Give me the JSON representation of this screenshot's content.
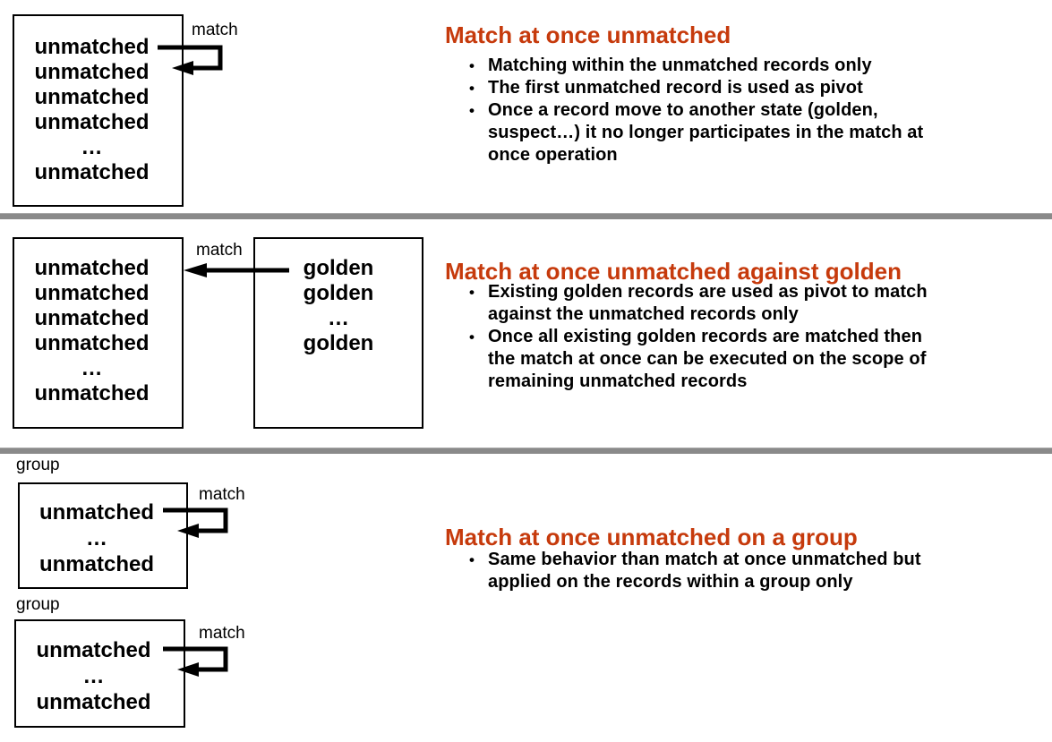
{
  "ui": {
    "bullet": "•"
  },
  "colors": {
    "background": "#ffffff",
    "title_red": "#c63a0c",
    "separator_gray": "#8a8a8a",
    "diagram_black": "#000000"
  },
  "sections": [
    {
      "title": "Match at once unmatched",
      "bullets": [
        "Matching within the unmatched records only",
        "The first unmatched record is used as pivot",
        "Once a record move to another state (golden,\nsuspect…) it no longer participates in the match at\nonce operation"
      ],
      "diagram": {
        "arrow_label": "match",
        "boxes": [
          {
            "name": "unmatched-records",
            "lines": [
              "unmatched",
              "unmatched",
              "unmatched",
              "unmatched",
              "…",
              "unmatched"
            ]
          }
        ]
      }
    },
    {
      "title": "Match at once unmatched against golden",
      "bullets": [
        "Existing golden records are used as pivot to match\nagainst the unmatched records only",
        "Once all existing golden records are matched then\nthe match at once can be executed on the scope of\nremaining unmatched records"
      ],
      "diagram": {
        "arrow_label": "match",
        "boxes": [
          {
            "name": "unmatched-records",
            "lines": [
              "unmatched",
              "unmatched",
              "unmatched",
              "unmatched",
              "…",
              "unmatched"
            ]
          },
          {
            "name": "golden-records",
            "lines": [
              "golden",
              "golden",
              "…",
              "golden"
            ]
          }
        ]
      }
    },
    {
      "title": "Match at once unmatched on a group",
      "bullets": [
        "Same behavior than match at once unmatched but\napplied on the records within a group only"
      ],
      "diagram": {
        "groups": [
          {
            "label": "group",
            "arrow_label": "match",
            "box_lines": [
              "unmatched",
              "…",
              "unmatched"
            ]
          },
          {
            "label": "group",
            "arrow_label": "match",
            "box_lines": [
              "unmatched",
              "…",
              "unmatched"
            ]
          }
        ]
      }
    }
  ]
}
